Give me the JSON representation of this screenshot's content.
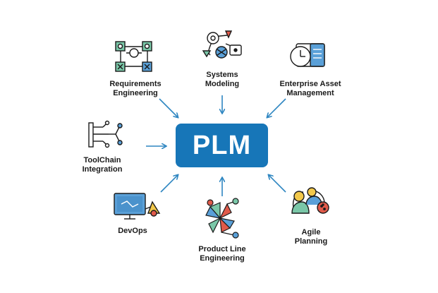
{
  "center": {
    "label": "PLM",
    "color": "#1776b8"
  },
  "arrow_color": "#2e86c1",
  "nodes": [
    {
      "id": "requirements-engineering",
      "icon": "requirements-grid-icon",
      "line1": "Requirements",
      "line2": "Engineering"
    },
    {
      "id": "systems-modeling",
      "icon": "systems-model-icon",
      "line1": "Systems",
      "line2": "Modeling"
    },
    {
      "id": "enterprise-asset-management",
      "icon": "asset-clock-icon",
      "line1": "Enterprise Asset",
      "line2": "Management"
    },
    {
      "id": "toolchain-integration",
      "icon": "toolchain-circuit-icon",
      "line1": "ToolChain",
      "line2": "Integration"
    },
    {
      "id": "devops",
      "icon": "devops-monitor-icon",
      "line1": "DevOps",
      "line2": ""
    },
    {
      "id": "product-line-engineering",
      "icon": "product-line-pinwheel-icon",
      "line1": "Product Line",
      "line2": "Engineering"
    },
    {
      "id": "agile-planning",
      "icon": "agile-people-icon",
      "line1": "Agile",
      "line2": "Planning"
    }
  ]
}
